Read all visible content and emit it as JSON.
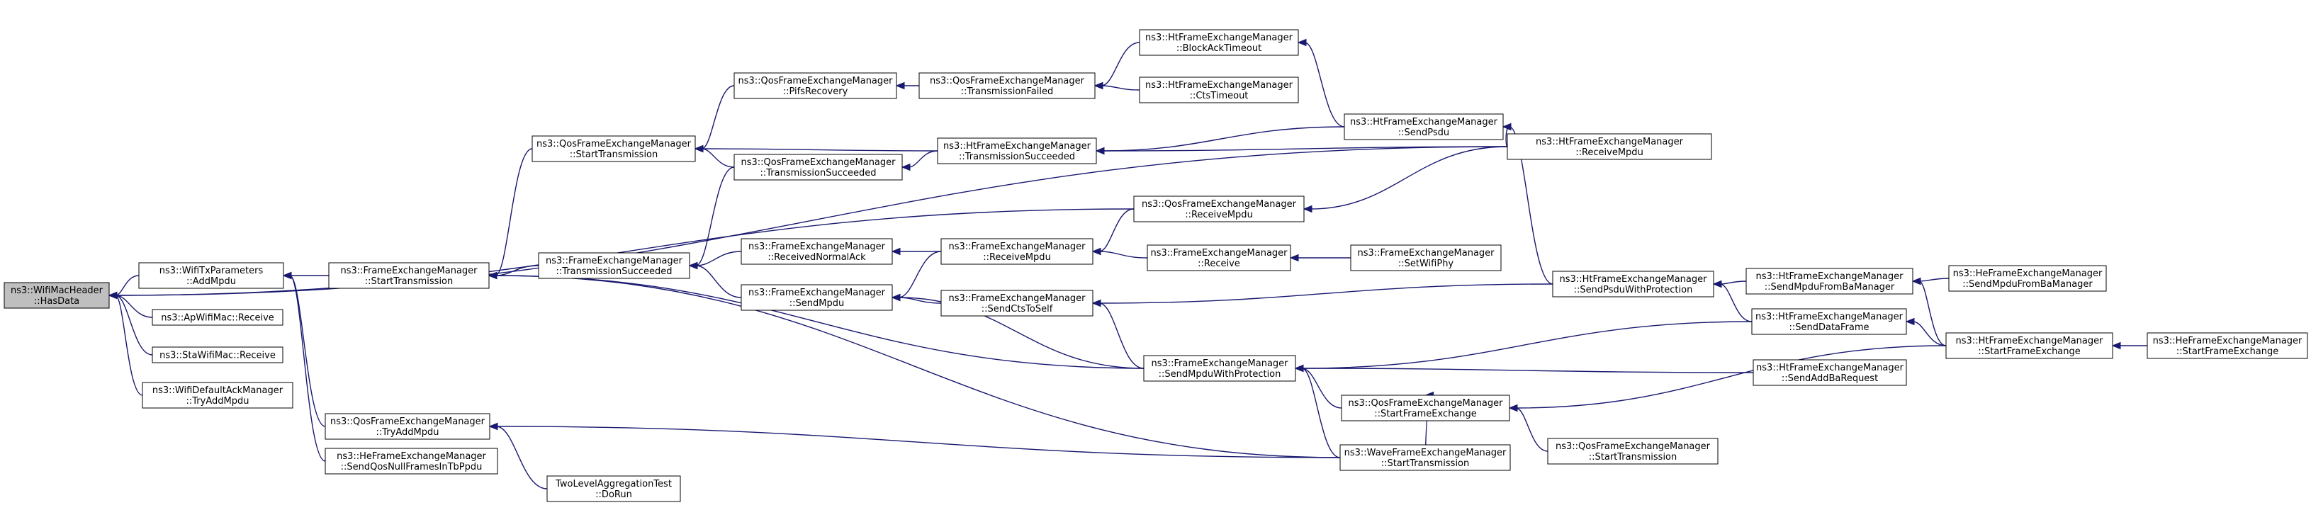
{
  "colors": {
    "edge": "#191970",
    "node_fill": "#ffffff",
    "highlight_fill": "#bfbfbf",
    "node_border": "#000000"
  },
  "nodes": [
    {
      "id": "n0",
      "lines": [
        "ns3::WifiMacHeader",
        "::HasData"
      ],
      "highlight": true
    },
    {
      "id": "n1",
      "lines": [
        "ns3::WifiTxParameters",
        "::AddMpdu"
      ]
    },
    {
      "id": "n2",
      "lines": [
        "ns3::ApWifiMac::Receive"
      ]
    },
    {
      "id": "n3",
      "lines": [
        "ns3::StaWifiMac::Receive"
      ]
    },
    {
      "id": "n4",
      "lines": [
        "ns3::WifiDefaultAckManager",
        "::TryAddMpdu"
      ]
    },
    {
      "id": "n5",
      "lines": [
        "ns3::FrameExchangeManager",
        "::StartTransmission"
      ]
    },
    {
      "id": "n6",
      "lines": [
        "ns3::QosFrameExchangeManager",
        "::TryAddMpdu"
      ]
    },
    {
      "id": "n7",
      "lines": [
        "ns3::HeFrameExchangeManager",
        "::SendQosNullFramesInTbPpdu"
      ]
    },
    {
      "id": "n8",
      "lines": [
        "ns3::QosFrameExchangeManager",
        "::StartTransmission"
      ]
    },
    {
      "id": "n9",
      "lines": [
        "ns3::FrameExchangeManager",
        "::TransmissionSucceeded"
      ]
    },
    {
      "id": "n10",
      "lines": [
        "TwoLevelAggregationTest",
        "::DoRun"
      ]
    },
    {
      "id": "n11",
      "lines": [
        "ns3::QosFrameExchangeManager",
        "::PifsRecovery"
      ]
    },
    {
      "id": "n12",
      "lines": [
        "ns3::QosFrameExchangeManager",
        "::TransmissionSucceeded"
      ]
    },
    {
      "id": "n13",
      "lines": [
        "ns3::FrameExchangeManager",
        "::ReceivedNormalAck"
      ]
    },
    {
      "id": "n14",
      "lines": [
        "ns3::FrameExchangeManager",
        "::SendMpdu"
      ]
    },
    {
      "id": "n15",
      "lines": [
        "ns3::QosFrameExchangeManager",
        "::TransmissionFailed"
      ]
    },
    {
      "id": "n16",
      "lines": [
        "ns3::HtFrameExchangeManager",
        "::TransmissionSucceeded"
      ]
    },
    {
      "id": "n17",
      "lines": [
        "ns3::FrameExchangeManager",
        "::ReceiveMpdu"
      ]
    },
    {
      "id": "n18",
      "lines": [
        "ns3::FrameExchangeManager",
        "::SendCtsToSelf"
      ]
    },
    {
      "id": "n19",
      "lines": [
        "ns3::HtFrameExchangeManager",
        "::BlockAckTimeout"
      ]
    },
    {
      "id": "n20",
      "lines": [
        "ns3::HtFrameExchangeManager",
        "::CtsTimeout"
      ]
    },
    {
      "id": "n21",
      "lines": [
        "ns3::QosFrameExchangeManager",
        "::ReceiveMpdu"
      ]
    },
    {
      "id": "n22",
      "lines": [
        "ns3::FrameExchangeManager",
        "::Receive"
      ]
    },
    {
      "id": "n23",
      "lines": [
        "ns3::FrameExchangeManager",
        "::SendMpduWithProtection"
      ]
    },
    {
      "id": "n24",
      "lines": [
        "ns3::QosFrameExchangeManager",
        "::StartFrameExchange"
      ]
    },
    {
      "id": "n25",
      "lines": [
        "ns3::WaveFrameExchangeManager",
        "::StartTransmission"
      ]
    },
    {
      "id": "n26",
      "lines": [
        "ns3::FrameExchangeManager",
        "::SetWifiPhy"
      ]
    },
    {
      "id": "n27",
      "lines": [
        "ns3::HtFrameExchangeManager",
        "::SendPsdu"
      ]
    },
    {
      "id": "n28",
      "lines": [
        "ns3::HtFrameExchangeManager",
        "::SendPsduWithProtection"
      ]
    },
    {
      "id": "n29",
      "lines": [
        "ns3::QosFrameExchangeManager",
        "::StartTransmission"
      ]
    },
    {
      "id": "n30",
      "lines": [
        "ns3::HtFrameExchangeManager",
        "::ReceiveMpdu"
      ]
    },
    {
      "id": "n31",
      "lines": [
        "ns3::HtFrameExchangeManager",
        "::SendMpduFromBaManager"
      ]
    },
    {
      "id": "n32",
      "lines": [
        "ns3::HtFrameExchangeManager",
        "::SendDataFrame"
      ]
    },
    {
      "id": "n33",
      "lines": [
        "ns3::HtFrameExchangeManager",
        "::SendAddBaRequest"
      ]
    },
    {
      "id": "n34",
      "lines": [
        "ns3::HeFrameExchangeManager",
        "::SendMpduFromBaManager"
      ]
    },
    {
      "id": "n35",
      "lines": [
        "ns3::HtFrameExchangeManager",
        "::StartFrameExchange"
      ]
    },
    {
      "id": "n36",
      "lines": [
        "ns3::HeFrameExchangeManager",
        "::StartFrameExchange"
      ]
    }
  ],
  "edges": [
    [
      "n0",
      "n1"
    ],
    [
      "n0",
      "n2"
    ],
    [
      "n0",
      "n3"
    ],
    [
      "n0",
      "n4"
    ],
    [
      "n0",
      "n30"
    ],
    [
      "n0",
      "n21"
    ],
    [
      "n1",
      "n5"
    ],
    [
      "n1",
      "n6"
    ],
    [
      "n1",
      "n7"
    ],
    [
      "n5",
      "n8"
    ],
    [
      "n5",
      "n9"
    ],
    [
      "n5",
      "n23"
    ],
    [
      "n5",
      "n25"
    ],
    [
      "n6",
      "n10"
    ],
    [
      "n6",
      "n25"
    ],
    [
      "n8",
      "n11"
    ],
    [
      "n8",
      "n12"
    ],
    [
      "n8",
      "n16"
    ],
    [
      "n9",
      "n12"
    ],
    [
      "n9",
      "n13"
    ],
    [
      "n9",
      "n14"
    ],
    [
      "n11",
      "n15"
    ],
    [
      "n12",
      "n16"
    ],
    [
      "n13",
      "n17"
    ],
    [
      "n14",
      "n17"
    ],
    [
      "n14",
      "n18"
    ],
    [
      "n14",
      "n23"
    ],
    [
      "n15",
      "n19"
    ],
    [
      "n15",
      "n20"
    ],
    [
      "n16",
      "n27"
    ],
    [
      "n16",
      "n30"
    ],
    [
      "n17",
      "n21"
    ],
    [
      "n17",
      "n22"
    ],
    [
      "n18",
      "n28"
    ],
    [
      "n18",
      "n23"
    ],
    [
      "n19",
      "n27"
    ],
    [
      "n21",
      "n30"
    ],
    [
      "n22",
      "n26"
    ],
    [
      "n23",
      "n24"
    ],
    [
      "n23",
      "n25"
    ],
    [
      "n23",
      "n32"
    ],
    [
      "n23",
      "n33"
    ],
    [
      "n24",
      "n29"
    ],
    [
      "n24",
      "n25"
    ],
    [
      "n24",
      "n35"
    ],
    [
      "n27",
      "n30"
    ],
    [
      "n27",
      "n28"
    ],
    [
      "n28",
      "n31"
    ],
    [
      "n28",
      "n32"
    ],
    [
      "n31",
      "n34"
    ],
    [
      "n31",
      "n35"
    ],
    [
      "n32",
      "n35"
    ],
    [
      "n35",
      "n36"
    ]
  ]
}
